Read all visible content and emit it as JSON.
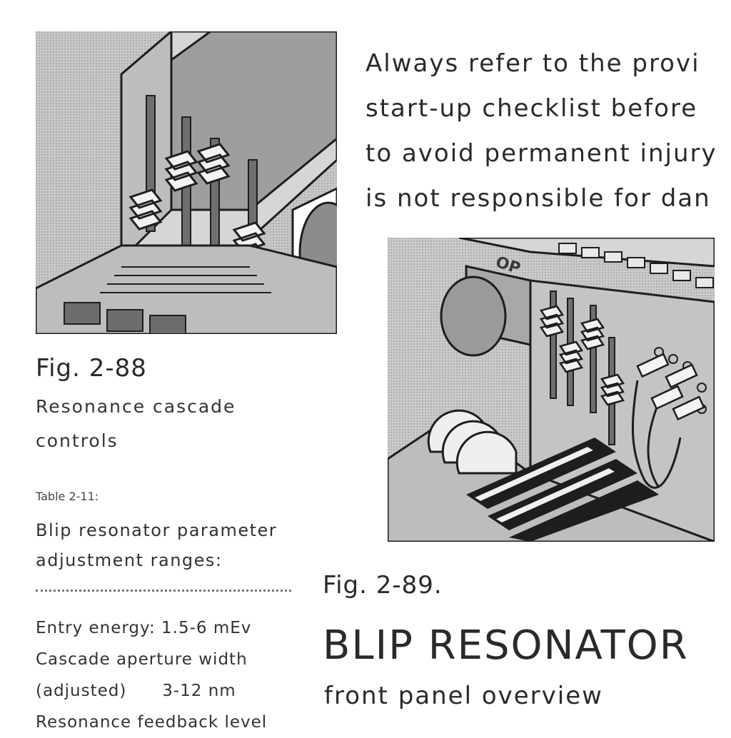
{
  "warning_lines": [
    "Always refer to the provi",
    "start-up checklist before",
    "to avoid permanent injury",
    "is not responsible for dan"
  ],
  "fig_2_88": {
    "title": "Fig. 2-88",
    "caption_lines": [
      "Resonance cascade",
      "controls"
    ]
  },
  "fig_2_89": {
    "title": "Fig. 2-89.",
    "panel_text": "OP"
  },
  "table": {
    "label": "Table 2-11:",
    "title_lines": [
      "Blip resonator parameter",
      "adjustment ranges:"
    ],
    "rows": [
      "Entry energy: 1.5-6 mEv",
      "Cascade aperture width",
      "(adjusted)      3-12 nm",
      "Resonance feedback level"
    ]
  },
  "heading": {
    "title": "BLIP RESONATOR",
    "subtitle": "front panel overview"
  },
  "colors": {
    "panel_light": "#e6e6e6",
    "panel_mid": "#bdbdbd",
    "panel_dark": "#8a8a8a",
    "outline": "#1e1e1e"
  }
}
